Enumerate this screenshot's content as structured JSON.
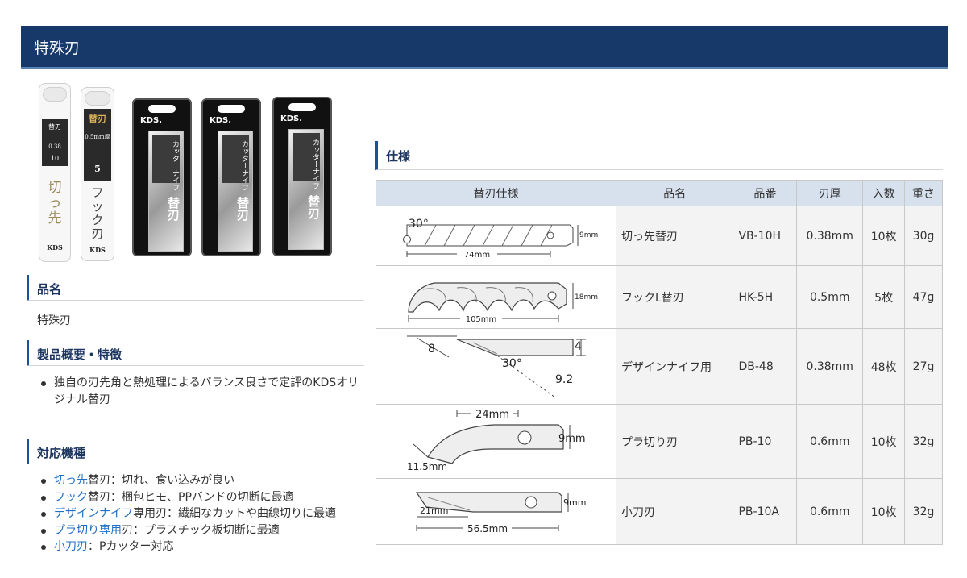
{
  "header": {
    "title": "特殊刃"
  },
  "photos": {
    "tube1": {
      "lines": [
        "替刃",
        "0.38",
        "10"
      ],
      "big": "切っ先",
      "foot": "KDS"
    },
    "tube2": {
      "lines": [
        "替刃",
        "0.5mm厚"
      ],
      "count": "5",
      "big": "フック刃",
      "foot": "KDS"
    },
    "packs": [
      {
        "brand": "KDS.",
        "vertical": "カッターナイフ",
        "big": "替刃"
      },
      {
        "brand": "KDS.",
        "vertical": "カッターナイフ",
        "big": "替刃"
      },
      {
        "brand": "KDS.",
        "vertical": "カッターナイフ",
        "big": "替刃"
      }
    ]
  },
  "sections": {
    "name_heading": "品名",
    "name_value": "特殊刃",
    "overview_heading": "製品概要・特徴",
    "overview_items": [
      "独自の刃先角と熱処理によるバランス良さで定評のKDSオリジナル替刃"
    ],
    "compat_heading": "対応機種",
    "compat_items": [
      {
        "link": "切っ先",
        "rest": "替刃：切れ、食い込みが良い"
      },
      {
        "link": "フック",
        "rest": "替刃：梱包ヒモ、PPバンドの切断に最適"
      },
      {
        "link": "デザインナイフ",
        "rest": "専用刃：繊細なカットや曲線切りに最適"
      },
      {
        "link": "プラ切り専用",
        "rest": "刃：プラスチック板切断に最適"
      },
      {
        "link": "小刀刃",
        "rest": "：Pカッター対応"
      }
    ]
  },
  "spec": {
    "heading": "仕様",
    "columns": [
      "替刃仕様",
      "品名",
      "品番",
      "刃厚",
      "入数",
      "重さ"
    ],
    "rows": [
      {
        "name": "切っ先替刃",
        "code": "VB-10H",
        "thickness": "0.38mm",
        "qty": "10枚",
        "weight": "30g",
        "dims": [
          "30°",
          "9mm",
          "74mm"
        ]
      },
      {
        "name": "フックL替刃",
        "code": "HK-5H",
        "thickness": "0.5mm",
        "qty": "5枚",
        "weight": "47g",
        "dims": [
          "18mm",
          "105mm"
        ]
      },
      {
        "name": "デザインナイフ用",
        "code": "DB-48",
        "thickness": "0.38mm",
        "qty": "48枚",
        "weight": "27g",
        "dims": [
          "8",
          "4",
          "30°",
          "9.2"
        ]
      },
      {
        "name": "プラ切り刃",
        "code": "PB-10",
        "thickness": "0.6mm",
        "qty": "10枚",
        "weight": "32g",
        "dims": [
          "24mm",
          "9mm",
          "11.5mm"
        ]
      },
      {
        "name": "小刀刃",
        "code": "PB-10A",
        "thickness": "0.6mm",
        "qty": "10枚",
        "weight": "32g",
        "dims": [
          "9mm",
          "21mm",
          "56.5mm"
        ]
      }
    ]
  }
}
